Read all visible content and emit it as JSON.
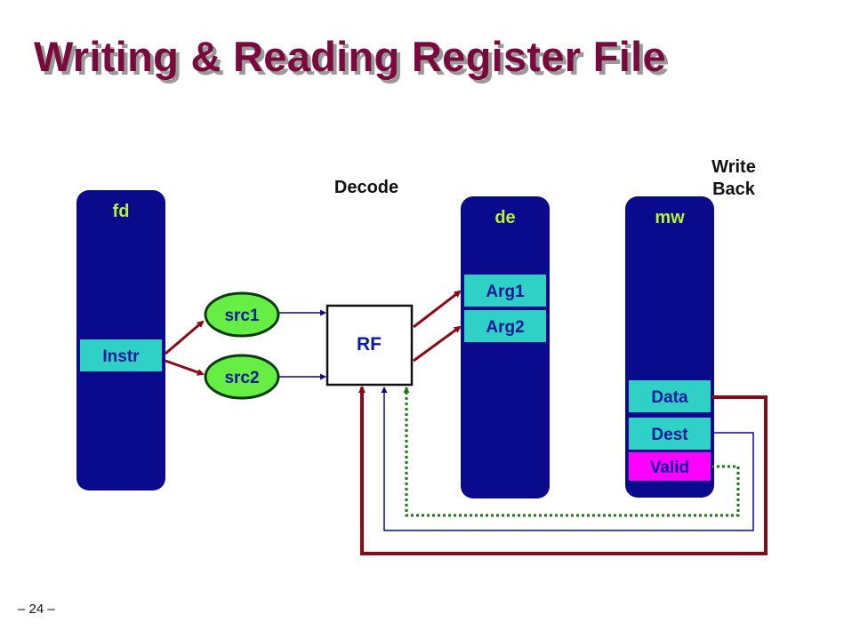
{
  "title": "Writing & Reading Register File",
  "stages": {
    "decode": "Decode",
    "write_back_line1": "Write",
    "write_back_line2": "Back"
  },
  "pipeline_registers": {
    "fd": {
      "label": "fd",
      "fields": {
        "instr": "Instr"
      }
    },
    "de": {
      "label": "de",
      "fields": {
        "arg1": "Arg1",
        "arg2": "Arg2"
      }
    },
    "mw": {
      "label": "mw",
      "fields": {
        "data": "Data",
        "dest": "Dest",
        "valid": "Valid"
      }
    }
  },
  "sources": {
    "src1": "src1",
    "src2": "src2"
  },
  "register_file": "RF",
  "page_number": "– 24 –",
  "colors": {
    "title": "#7a0a3e",
    "pipeline_register": "#0a0a8c",
    "field_box": "#2fd0c6",
    "valid_box": "#ff00ff",
    "src_ellipse": "#66ee44",
    "data_path": "#8a0a14",
    "dest_path": "#0a0a8c",
    "valid_path": "#1a7a1a",
    "pipe_label": "#b6f23a"
  }
}
